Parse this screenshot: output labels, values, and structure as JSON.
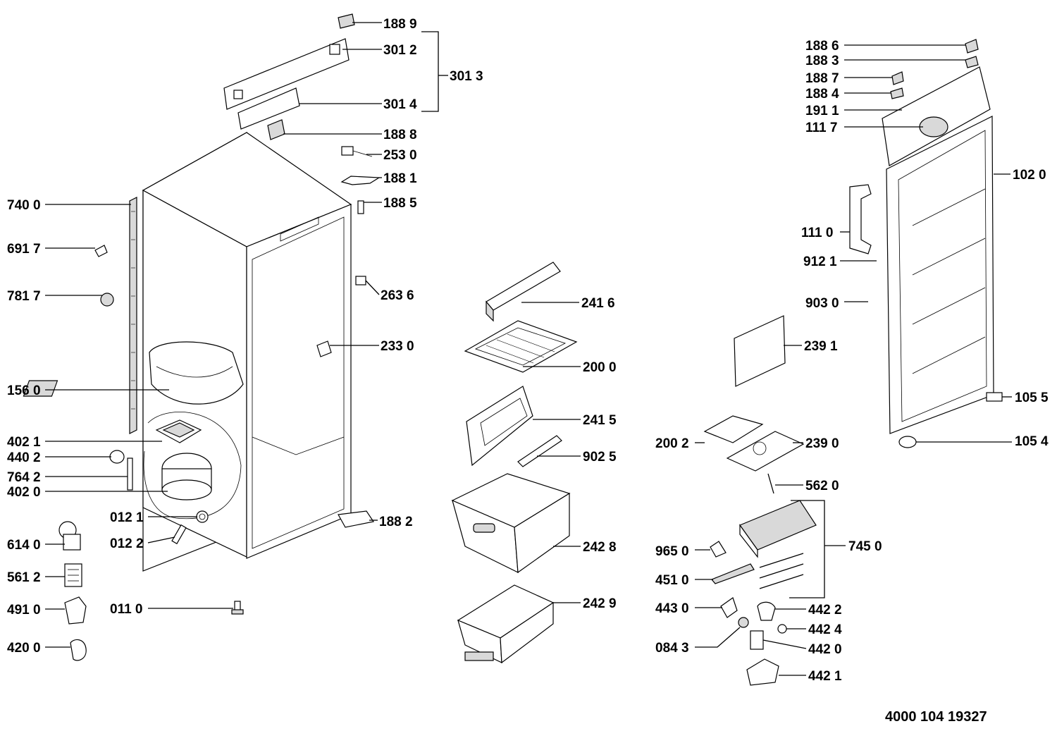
{
  "labels": {
    "p1889": "188 9",
    "p3012": "301 2",
    "p3013": "301 3",
    "p3014": "301 4",
    "p1888": "188 8",
    "p2530": "253 0",
    "p1881": "188 1",
    "p1885": "188 5",
    "p7400": "740 0",
    "p6917": "691 7",
    "p7817": "781 7",
    "p2636": "263 6",
    "p2330": "233 0",
    "p1560": "156 0",
    "p4021": "402 1",
    "p4402": "440 2",
    "p7642": "764 2",
    "p4020": "402 0",
    "p0121": "012 1",
    "p0122": "012 2",
    "p1882": "188 2",
    "p6140": "614 0",
    "p5612": "561 2",
    "p4910": "491 0",
    "p0110": "011 0",
    "p4200": "420 0",
    "p2416": "241 6",
    "p2000": "200 0",
    "p2415": "241 5",
    "p9025": "902 5",
    "p2428": "242 8",
    "p2429": "242 9",
    "p1886": "188 6",
    "p1883": "188 3",
    "p1887": "188 7",
    "p1884": "188 4",
    "p1911": "191 1",
    "p1117": "111 7",
    "p1020": "102 0",
    "p1110": "111 0",
    "p9121": "912 1",
    "p9030": "903 0",
    "p2391": "239 1",
    "p1055": "105 5",
    "p2002": "200 2",
    "p2390": "239 0",
    "p1054": "105 4",
    "p5620": "562 0",
    "p9650": "965 0",
    "p7450": "745 0",
    "p4510": "451 0",
    "p4430": "443 0",
    "p4422": "442 2",
    "p4424": "442 4",
    "p0843": "084 3",
    "p4420": "442 0",
    "p4421": "442 1"
  },
  "document_number": "4000 104 19327"
}
